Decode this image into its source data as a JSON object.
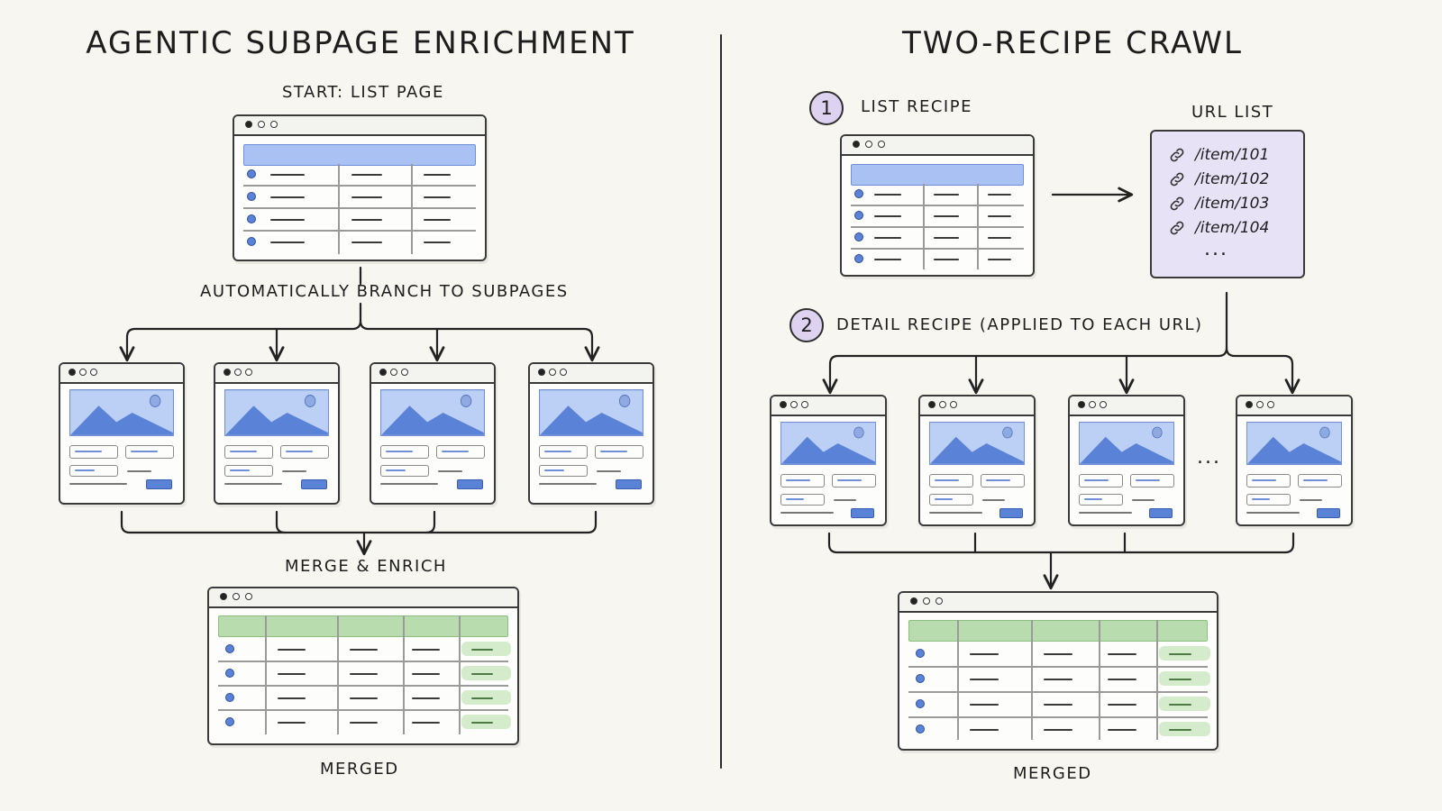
{
  "left": {
    "title": "AGENTIC SUBPAGE ENRICHMENT",
    "start_label": "START: LIST PAGE",
    "branch_label": "AUTOMATICALLY BRANCH TO SUBPAGES",
    "merge_label": "MERGE & ENRICH",
    "result_label": "MERGED"
  },
  "right": {
    "title": "TWO-RECIPE CRAWL",
    "step1_number": "1",
    "step1_label": "LIST RECIPE",
    "url_list_label": "URL LIST",
    "urls": [
      "/item/101",
      "/item/102",
      "/item/103",
      "/item/104"
    ],
    "url_more": "...",
    "step2_number": "2",
    "step2_label": "DETAIL RECIPE (APPLIED TO EACH URL)",
    "detail_more": "...",
    "result_label": "MERGED"
  },
  "icons": {
    "link": "link-icon",
    "image": "image-placeholder-icon",
    "window_dots": "window-dots-icon",
    "arrow": "arrow-icon"
  },
  "colors": {
    "table_header": "#a9c1f3",
    "merged_header": "#b8dcae",
    "url_box": "#e8e2f6",
    "step_badge": "#ddd3f1",
    "bullet": "#5a82d6"
  }
}
